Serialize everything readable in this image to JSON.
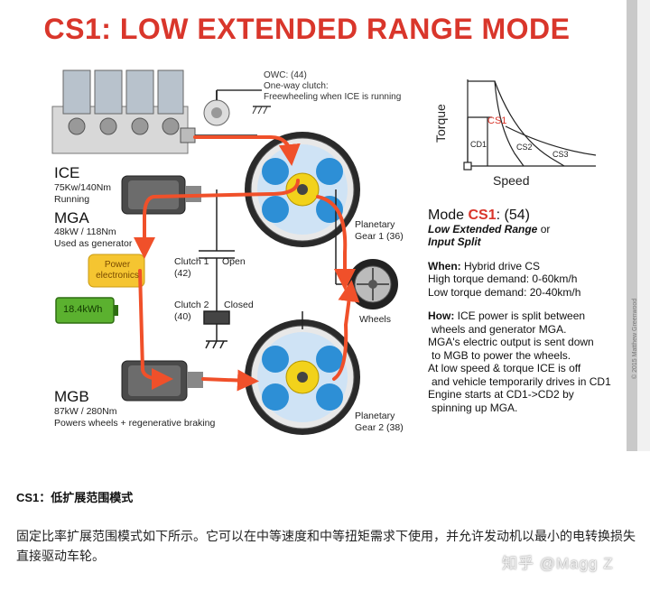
{
  "slide": {
    "title": "CS1: LOW EXTENDED RANGE MODE",
    "owc": {
      "line1": "OWC: (44)",
      "line2": "One-way clutch:",
      "line3": "Freewheeling when ICE is running"
    },
    "ice": {
      "name": "ICE",
      "spec": "75Kw/140Nm",
      "state": "Running"
    },
    "mga": {
      "name": "MGA",
      "spec": "48kW / 118Nm",
      "role": "Used as generator"
    },
    "power_electronics": "Power electronics",
    "battery": "18.4kWh",
    "clutch1": {
      "name": "Clutch 1",
      "num": "(42)",
      "state": "Open"
    },
    "clutch2": {
      "name": "Clutch 2",
      "num": "(40)",
      "state": "Closed"
    },
    "planetary1": {
      "line1": "Planetary",
      "line2": "Gear 1 (36)"
    },
    "planetary2": {
      "line1": "Planetary",
      "line2": "Gear 2 (38)"
    },
    "wheels": "Wheels",
    "mgb": {
      "name": "MGB",
      "spec": "87kW / 280Nm",
      "role": "Powers wheels + regenerative braking"
    },
    "graph": {
      "ylabel": "Torque",
      "xlabel": "Speed",
      "cs1": "CS1",
      "cd1": "CD1",
      "cs2": "CS2",
      "cs3": "CS3"
    },
    "mode": {
      "prefix": "Mode ",
      "code": "CS1",
      "num": ": (54)",
      "sub1": "Low Extended Range",
      "sub_or": " or",
      "sub2": "Input Split",
      "when_label": "When:",
      "when_text": " Hybrid drive CS",
      "when2": "High torque demand: 0-60km/h",
      "when3": "Low torque demand: 20-40km/h",
      "how_label": "How:",
      "how_text": " ICE power is split between",
      "how2": "wheels and generator MGA.",
      "how3": "MGA's electric output is sent down",
      "how4": "to MGB to power the wheels.",
      "how5": "At low speed & torque ICE is off",
      "how6": "and vehicle temporarily drives in CD1",
      "how7": "Engine starts at CD1->CD2 by",
      "how8": "spinning up MGA."
    },
    "side_vertical": "© 2015 Matthew Greenwood"
  },
  "article": {
    "heading": "CS1：低扩展范围模式",
    "paragraph": "固定比率扩展范围模式如下所示。它可以在中等速度和中等扭矩需求下使用，并允许发动机以最小的电转换损失直接驱动车轮。",
    "watermark": "知乎 @Magg Z"
  },
  "colors": {
    "title": "#d9362b",
    "flow_arrow": "#f0502a",
    "gear_blue": "#2d8fd6",
    "gear_yellow": "#f2d21b",
    "power_box": "#f5c531",
    "battery": "#5bb12f"
  }
}
